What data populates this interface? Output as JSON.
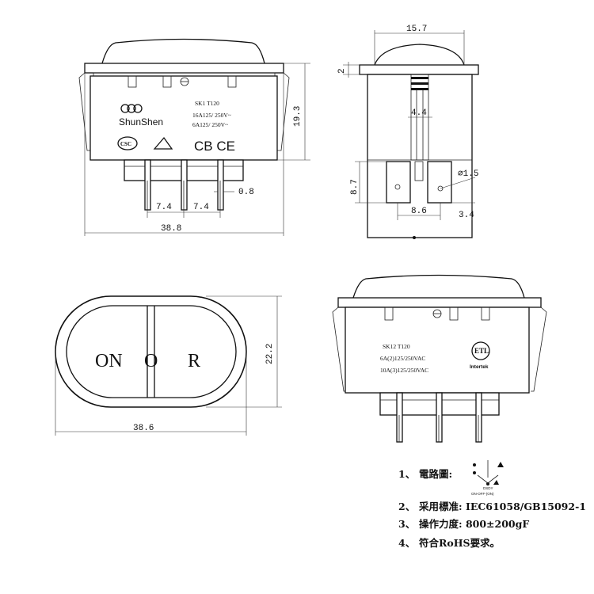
{
  "dimensions": {
    "top_width": "15.7",
    "top_height": "2",
    "body_height": "19.3",
    "mid_pin": "4.4",
    "hole_dia": "⌀1.5",
    "pin_height": "8.7",
    "pin_spacing_side": "8.6",
    "pin_offset": "3.4",
    "pin_thickness": "0.8",
    "pitch_a": "7.4",
    "pitch_b": "7.4",
    "body_width": "38.8",
    "face_width": "38.6",
    "face_height": "22.2"
  },
  "front_label": {
    "brand": "ShunShen",
    "model": "SK1  T120",
    "rating1": "16A125/ 250V~",
    "rating2": "6A125/ 250V~",
    "csc": "CSC",
    "marks": "CB CE"
  },
  "rear_label": {
    "model": "SK12   T120",
    "rating1": "6A(2)125/250VAC",
    "rating2": "10A(3)125/250VAC",
    "cert": "Intertek"
  },
  "face_labels": {
    "left": "ON",
    "middle": "O",
    "right": "R"
  },
  "circuit_caption": {
    "line1": "DSDY",
    "line2": "ON-OFF-(ON)"
  },
  "notes": [
    {
      "num": "1、",
      "text": "電路圖:"
    },
    {
      "num": "2、",
      "text": "采用標准: IEC61058/GB15092-1"
    },
    {
      "num": "3、",
      "text": "操作力度: 800±200gF"
    },
    {
      "num": "4、",
      "text": "符合RoHS要求。"
    }
  ]
}
